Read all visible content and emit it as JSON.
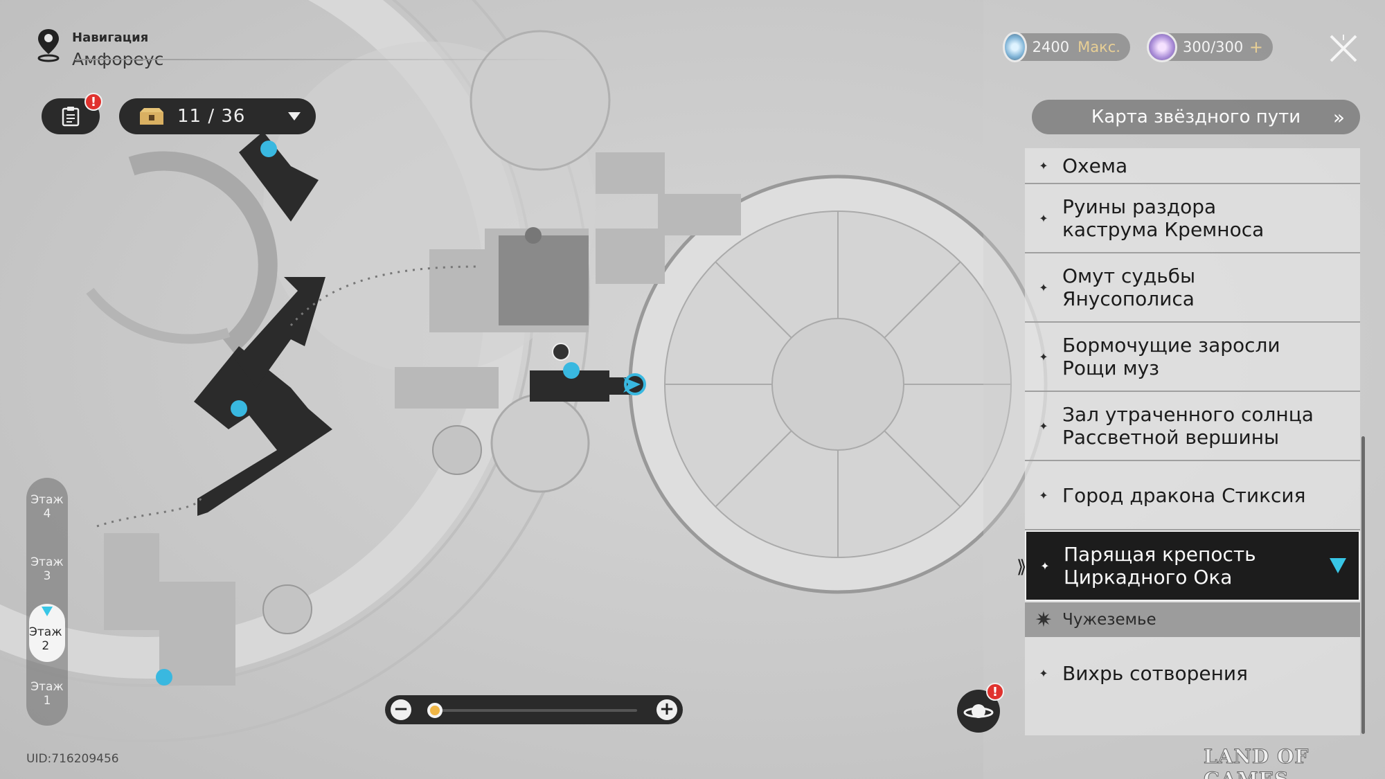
{
  "header": {
    "nav_label": "Навигация",
    "location": "Амфореус"
  },
  "quest_button": {
    "alert": "!"
  },
  "chests": {
    "count": "11 / 36"
  },
  "currency": {
    "trailblaze_power": "2400",
    "trailblaze_max": "Макс.",
    "reserve": "300/300",
    "plus": "+"
  },
  "panel": {
    "title": "Карта звёздного пути",
    "items": [
      {
        "label": "Охема"
      },
      {
        "label": "Руины раздора\nкаструма Кремноса"
      },
      {
        "label": "Омут судьбы\nЯнусополиса"
      },
      {
        "label": "Бормочущие заросли\nРощи муз"
      },
      {
        "label": "Зал утраченного солнца\nРассветной вершины"
      },
      {
        "label": "Город дракона Стиксия"
      },
      {
        "label": "Парящая крепость\nЦиркадного Ока",
        "selected": true
      }
    ],
    "region": "Чужеземье",
    "region_items": [
      {
        "label": "Вихрь сотворения"
      }
    ]
  },
  "floors": [
    {
      "label": "Этаж\n4"
    },
    {
      "label": "Этаж\n3"
    },
    {
      "label": "Этаж\n2",
      "current": true
    },
    {
      "label": "Этаж\n1"
    }
  ],
  "zoom": {
    "minus": "−",
    "plus": "+",
    "level": 0.0
  },
  "planet_alert": "!",
  "uid": "UID:716209456",
  "watermark": "LAND OF GAMES",
  "colors": {
    "accent": "#38c6e6",
    "zoom": "#f0b646",
    "alert": "#e0322e",
    "dark": "#1c1c1c"
  }
}
